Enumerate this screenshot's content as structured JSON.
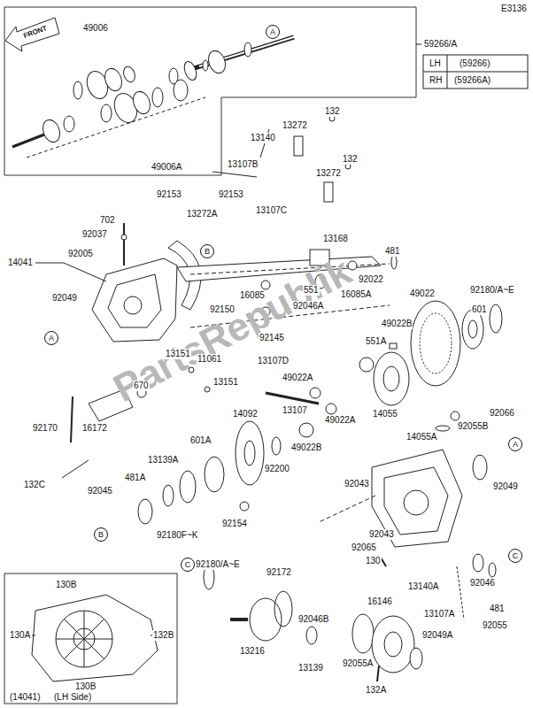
{
  "diagram": {
    "nodes": [
      {
        "text": [
          "A"
        ]
      },
      {
        "text": [
          "B"
        ]
      },
      {
        "text": [
          "A"
        ]
      },
      {
        "text": [
          "A"
        ]
      },
      {
        "text": [
          "C"
        ]
      },
      {
        "text": [
          "B"
        ]
      },
      {
        "text": [
          "C"
        ]
      }
    ],
    "labels": [
      "E3136",
      "FRONT",
      "49006",
      "59266/A",
      "LH",
      "(59266)",
      "RH",
      "(59266A)",
      "49006A",
      "132",
      "13272",
      "13140",
      "13107B",
      "132",
      "13272",
      "92153",
      "92153",
      "702",
      "13272A",
      "92037",
      "14041",
      "92005",
      "13107C",
      "13168",
      "551",
      "16085",
      "481",
      "92022",
      "16085A",
      "92180/A~E",
      "601",
      "49022",
      "92049",
      "92150",
      "92046A",
      "92145",
      "13107D",
      "551A",
      "13151",
      "11061",
      "13151",
      "49022B",
      "670",
      "49022A",
      "14055",
      "16172",
      "92170",
      "132C",
      "13107",
      "49022A",
      "14092",
      "49022B",
      "92200",
      "92066",
      "14055A",
      "92055B",
      "601A",
      "13139A",
      "481A",
      "92045",
      "92180F~K",
      "92154",
      "92049",
      "92043",
      "92043",
      "92065",
      "130",
      "13140A",
      "92046",
      "481",
      "13107A",
      "92055",
      "92180/A~E",
      "92172",
      "13216",
      "92046B",
      "13139",
      "16146",
      "92049A",
      "92055A",
      "132A",
      "130B",
      "130A",
      "132B",
      "130B",
      "(14041)",
      "(LH Side)",
      "PartsRepublik"
    ]
  }
}
